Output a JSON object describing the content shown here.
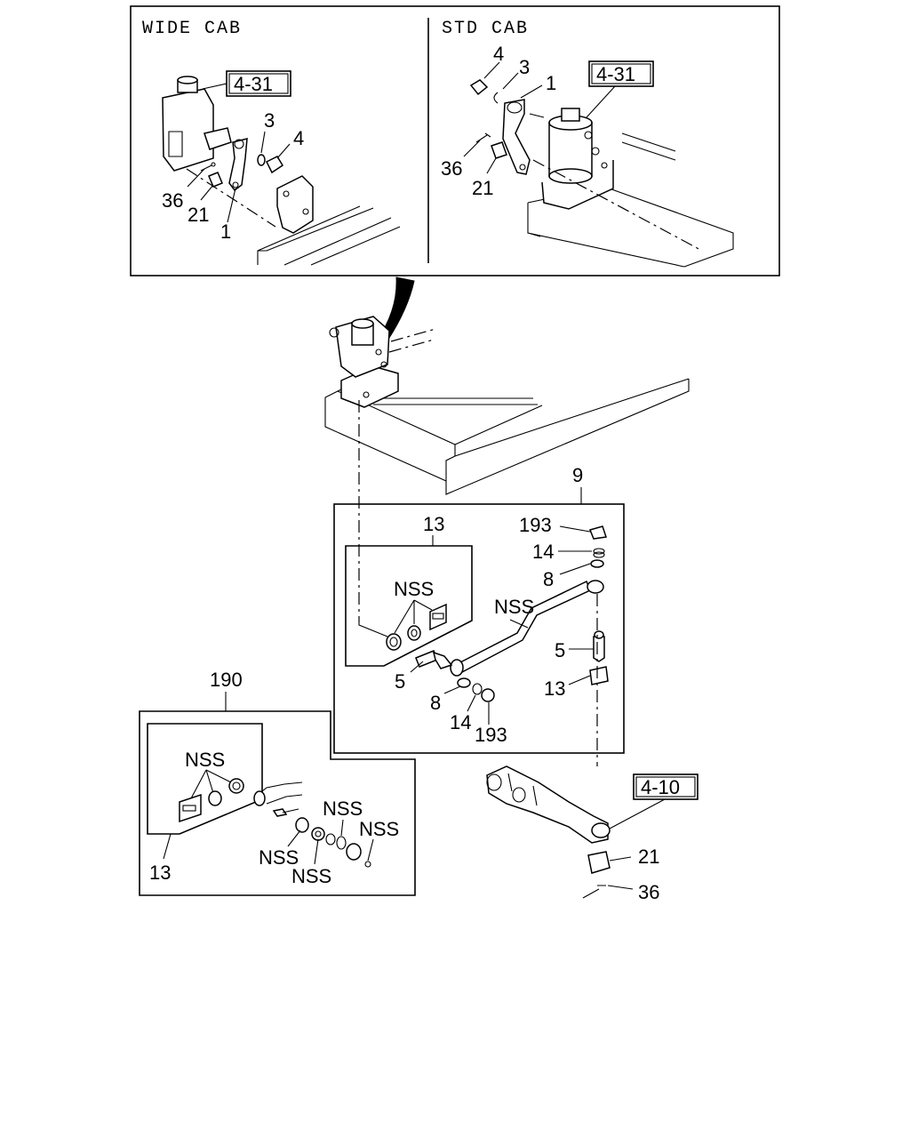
{
  "panels": {
    "wide_cab_title": "WIDE CAB",
    "std_cab_title": "STD CAB"
  },
  "refs": {
    "ref_4_31_wide": "4-31",
    "ref_4_31_std": "4-31",
    "ref_4_10": "4-10"
  },
  "wide_labels": {
    "p3": "3",
    "p4": "4",
    "p36": "36",
    "p21": "21",
    "p1": "1"
  },
  "std_labels": {
    "p4": "4",
    "p3": "3",
    "p1": "1",
    "p36": "36",
    "p21": "21"
  },
  "box9": {
    "number": "9",
    "inner_number": "13",
    "nss_kit": "NSS",
    "nss_rod": "NSS",
    "right_labels": {
      "p193": "193",
      "p14": "14",
      "p8": "8",
      "p5": "5",
      "p13": "13"
    },
    "left_labels": {
      "p5": "5",
      "p8": "8",
      "p14": "14",
      "p193": "193"
    }
  },
  "box190": {
    "number": "190",
    "inner_number": "13",
    "nss_kit": "NSS",
    "nss_a": "NSS",
    "nss_b": "NSS",
    "nss_c": "NSS",
    "nss_d": "NSS"
  },
  "bottom_labels": {
    "p21": "21",
    "p36": "36"
  }
}
